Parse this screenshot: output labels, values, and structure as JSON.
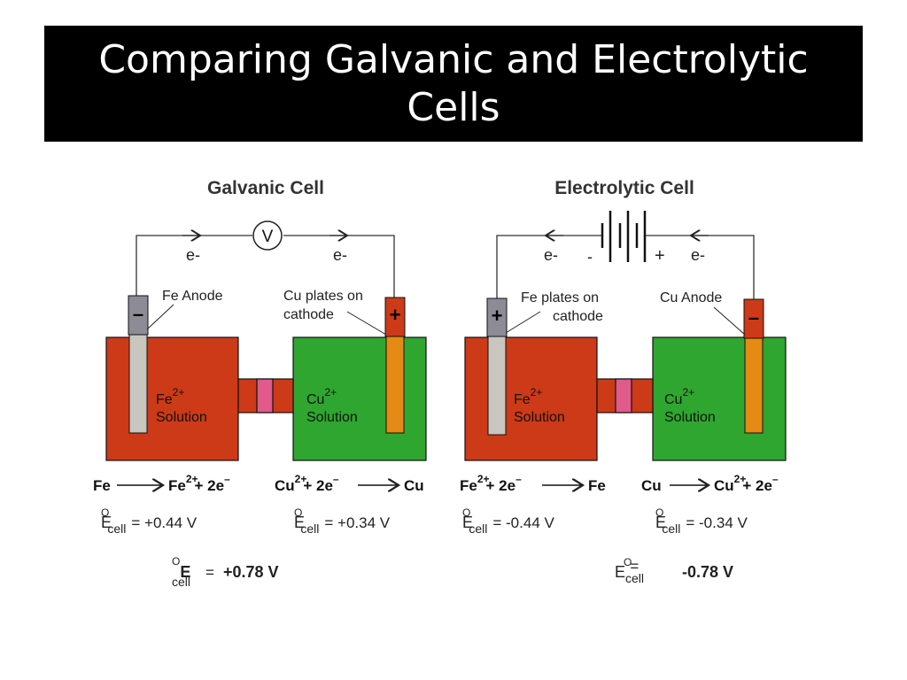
{
  "slide": {
    "title": "Comparing Galvanic and Electrolytic Cells"
  },
  "galvanic": {
    "heading": "Galvanic Cell",
    "meter_symbol": "V",
    "electron_left": "e-",
    "electron_right": "e-",
    "left_electrode_sign": "–",
    "right_electrode_sign": "+",
    "left_label": "Fe Anode",
    "right_label_line1": "Cu plates on",
    "right_label_line2": "cathode",
    "left_ion": "Fe",
    "left_ion_charge": "2+",
    "left_solution": "Solution",
    "right_ion": "Cu",
    "right_ion_charge": "2+",
    "right_solution": "Solution",
    "left_reaction": {
      "reactant": "Fe",
      "product": "Fe",
      "product_charge": "2+",
      "electrons": "+ 2e",
      "e_charge": "–"
    },
    "right_reaction": {
      "reactant": "Cu",
      "reactant_charge": "2+",
      "electrons": "+ 2e",
      "e_charge": "–",
      "product": "Cu"
    },
    "left_potential": {
      "symbol": "E",
      "sup": "O",
      "sub": "cell",
      "value": "= +0.44 V"
    },
    "right_potential": {
      "symbol": "E",
      "sup": "O",
      "sub": "cell",
      "value": "= +0.34 V"
    },
    "total_potential": {
      "symbol": "E",
      "sup": "O",
      "sub": "cell",
      "eq": "=",
      "value": "+0.78 V"
    }
  },
  "electrolytic": {
    "heading": "Electrolytic Cell",
    "electron_left": "e-",
    "electron_right": "e-",
    "battery_minus": "-",
    "battery_plus": "+",
    "left_electrode_sign": "+",
    "right_electrode_sign": "–",
    "left_label_line1": "Fe plates on",
    "left_label_line2": "cathode",
    "right_label": "Cu Anode",
    "left_ion": "Fe",
    "left_ion_charge": "2+",
    "left_solution": "Solution",
    "right_ion": "Cu",
    "right_ion_charge": "2+",
    "right_solution": "Solution",
    "left_reaction": {
      "reactant": "Fe",
      "reactant_charge": "2+",
      "electrons": "+ 2e",
      "e_charge": "–",
      "product": "Fe"
    },
    "right_reaction": {
      "reactant": "Cu",
      "product": "Cu",
      "product_charge": "2+",
      "electrons": "+ 2e",
      "e_charge": "–"
    },
    "left_potential": {
      "symbol": "E",
      "sup": "O",
      "sub": "cell",
      "value": "= -0.44 V"
    },
    "right_potential": {
      "symbol": "E",
      "sup": "O",
      "sub": "cell",
      "value": "= -0.34 V"
    },
    "total_potential": {
      "symbol": "E",
      "sup": "O",
      "sub": "cell",
      "eq": "=",
      "value": "-0.78 V"
    }
  },
  "colors": {
    "fe_solution": "#cc3a17",
    "cu_solution": "#2fa62f",
    "salt_bridge": "#e05a8a",
    "fe_electrode": "#c9c6c0",
    "cu_electrode": "#e58a14",
    "negative_cap": "#8d8b95",
    "positive_cap": "#cc3a17"
  }
}
